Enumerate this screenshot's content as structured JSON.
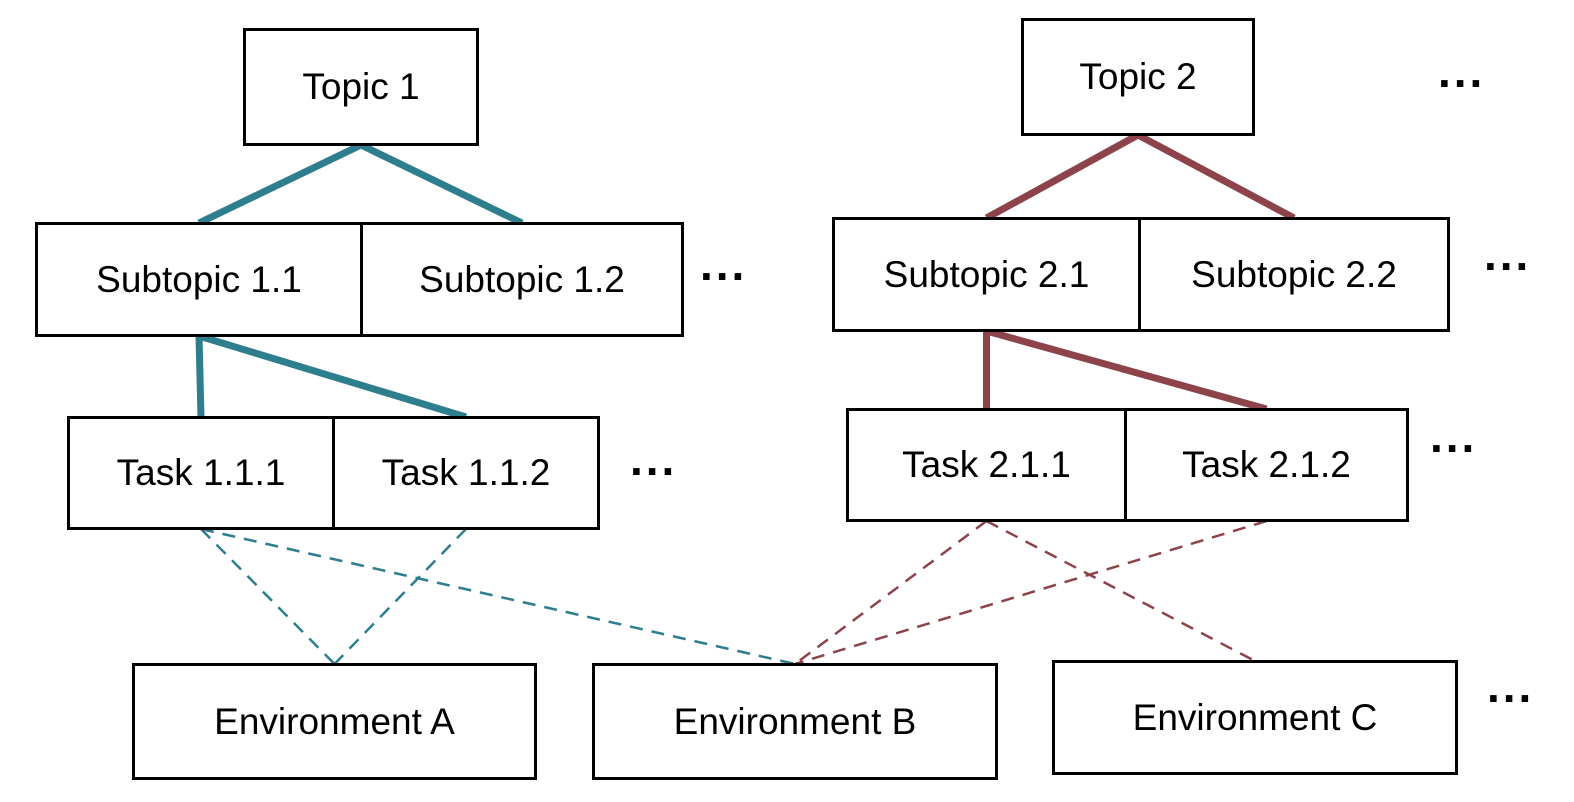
{
  "diagram": {
    "ellipsis": "...",
    "colors": {
      "teal": "#2E7E8E",
      "maroon": "#8C4349",
      "box_border": "#000000",
      "text": "#000000",
      "background": "#FFFFFF"
    },
    "nodes": {
      "topic1": {
        "label": "Topic 1"
      },
      "topic2": {
        "label": "Topic 2"
      },
      "subtopic11": {
        "label": "Subtopic 1.1"
      },
      "subtopic12": {
        "label": "Subtopic 1.2"
      },
      "subtopic21": {
        "label": "Subtopic 2.1"
      },
      "subtopic22": {
        "label": "Subtopic 2.2"
      },
      "task111": {
        "label": "Task 1.1.1"
      },
      "task112": {
        "label": "Task 1.1.2"
      },
      "task211": {
        "label": "Task 2.1.1"
      },
      "task212": {
        "label": "Task 2.1.2"
      },
      "envA": {
        "label": "Environment A"
      },
      "envB": {
        "label": "Environment B"
      },
      "envC": {
        "label": "Environment C"
      }
    },
    "edges": [
      {
        "from": "topic1",
        "to": "subtopic11",
        "style": "solid",
        "color": "teal"
      },
      {
        "from": "topic1",
        "to": "subtopic12",
        "style": "solid",
        "color": "teal"
      },
      {
        "from": "subtopic11",
        "to": "task111",
        "style": "solid",
        "color": "teal"
      },
      {
        "from": "subtopic11",
        "to": "task112",
        "style": "solid",
        "color": "teal"
      },
      {
        "from": "topic2",
        "to": "subtopic21",
        "style": "solid",
        "color": "maroon"
      },
      {
        "from": "topic2",
        "to": "subtopic22",
        "style": "solid",
        "color": "maroon"
      },
      {
        "from": "subtopic21",
        "to": "task211",
        "style": "solid",
        "color": "maroon"
      },
      {
        "from": "subtopic21",
        "to": "task212",
        "style": "solid",
        "color": "maroon"
      },
      {
        "from": "task111",
        "to": "envA",
        "style": "dashed",
        "color": "teal"
      },
      {
        "from": "task111",
        "to": "envB",
        "style": "dashed",
        "color": "teal"
      },
      {
        "from": "task112",
        "to": "envA",
        "style": "dashed",
        "color": "teal"
      },
      {
        "from": "task211",
        "to": "envB",
        "style": "dashed",
        "color": "maroon"
      },
      {
        "from": "task211",
        "to": "envC",
        "style": "dashed",
        "color": "maroon"
      },
      {
        "from": "task212",
        "to": "envB",
        "style": "dashed",
        "color": "maroon"
      }
    ]
  }
}
